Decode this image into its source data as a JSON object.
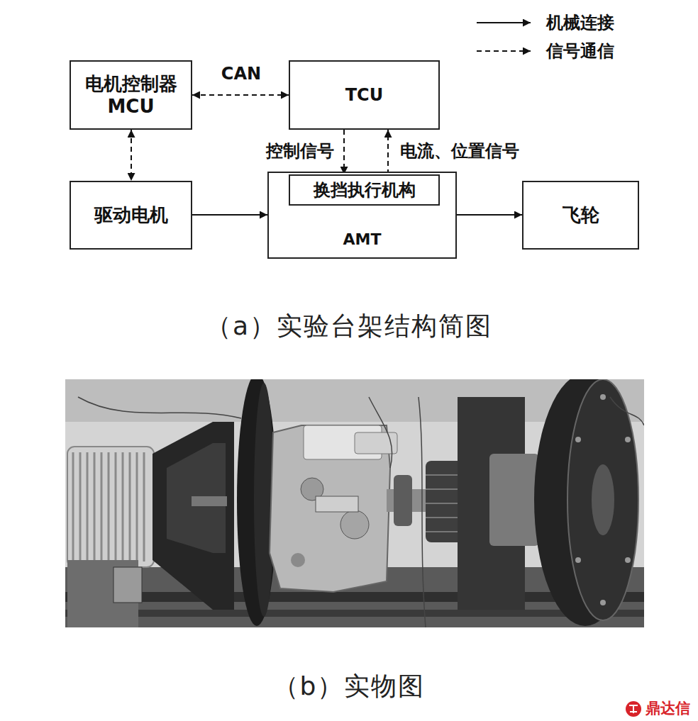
{
  "diagram": {
    "nodes": [
      {
        "text": [
          "电机控制器 MCU"
        ]
      },
      {
        "text": [
          "TCU"
        ]
      },
      {
        "text": [
          "驱动电机"
        ]
      },
      {
        "text": [
          "AMT"
        ]
      },
      {
        "text": [
          "换挡执行机构"
        ],
        "in": 3
      },
      {
        "text": [
          "飞轮"
        ]
      }
    ],
    "edges": [
      {
        "from": 0,
        "to": 1,
        "label": "CAN",
        "arrow": "both"
      },
      {
        "from": 0,
        "to": 2,
        "arrow": "both"
      },
      {
        "from": 1,
        "to": 4,
        "label": "控制信号",
        "arrow": "to"
      },
      {
        "from": 4,
        "to": 1,
        "label": "电流、位置信号",
        "arrow": "to"
      },
      {
        "from": 2,
        "to": 3,
        "arrow": "to"
      },
      {
        "from": 3,
        "to": 5,
        "arrow": "to"
      }
    ],
    "labels": [
      "（a）实验台架结构简图",
      "（b）实物图",
      "鼎达信"
    ],
    "legend": [
      {
        "text": "机械连接"
      },
      {
        "text": "信号通信"
      }
    ]
  }
}
